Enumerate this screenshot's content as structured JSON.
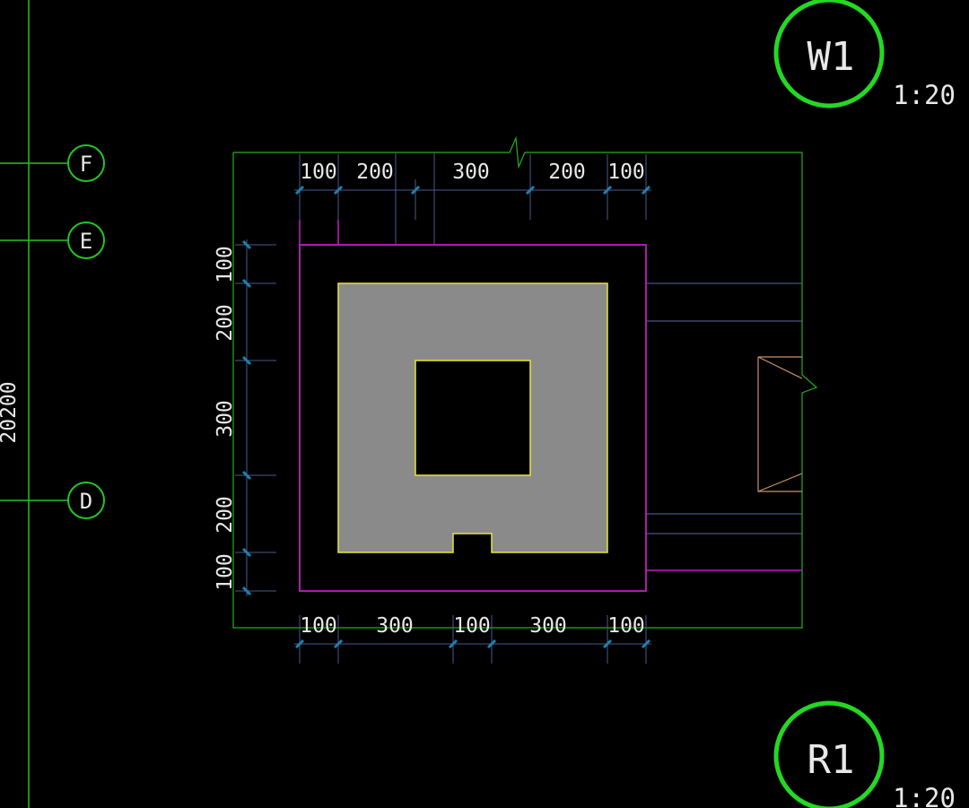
{
  "drawing": {
    "background": "#000000",
    "colors": {
      "grid_line": "#22c522",
      "tag_circle": "#23d923",
      "outline": "#c020c0",
      "fill_outline": "#e8e830",
      "fill": "#8a8a8a",
      "dim_line": "#4a5a8a",
      "dim_tick": "#1f7fb0",
      "text": "#e8e8e8",
      "hatch": "#c8906a"
    }
  },
  "grid_axes": [
    {
      "label": "F"
    },
    {
      "label": "E"
    },
    {
      "label": "D"
    }
  ],
  "overall_dimension": "20200",
  "tags": [
    {
      "id": "W1",
      "scale": "1:20"
    },
    {
      "id": "R1",
      "scale": "1:20"
    }
  ],
  "dimensions": {
    "top": [
      "100",
      "200",
      "300",
      "200",
      "100"
    ],
    "bottom": [
      "100",
      "300",
      "100",
      "300",
      "100"
    ],
    "left": [
      "100",
      "200",
      "300",
      "200",
      "100"
    ]
  }
}
